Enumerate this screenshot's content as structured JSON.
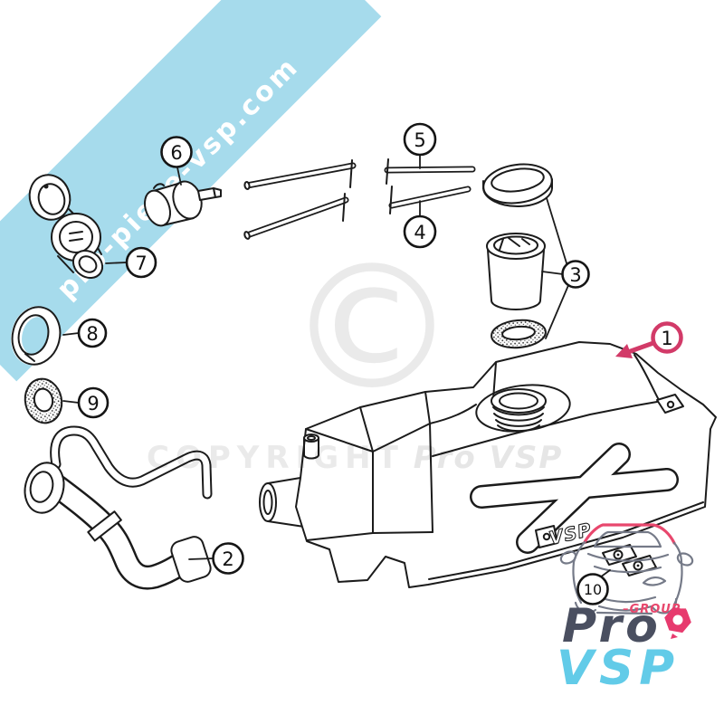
{
  "banner": {
    "text": "pro-piece-vsp.com",
    "bg_color": "#a6dbec",
    "text_color": "#ffffff"
  },
  "watermark": {
    "symbol": "©",
    "copyright": "COPYRIGHT",
    "brand": "Pro VSP",
    "gray": "#eaeaea"
  },
  "callouts": [
    "1",
    "2",
    "3",
    "4",
    "5",
    "6",
    "7",
    "8",
    "9",
    "10"
  ],
  "tank": {
    "embossed_label": "VSP"
  },
  "logo": {
    "group": "–GROUP–",
    "pro": "Pro",
    "vsp": "VSP"
  },
  "colors": {
    "accent_red": "#d23a68",
    "banner_blue": "#a6dbec",
    "logo_pro": "#4a4f60",
    "logo_vsp": "#62cbe8",
    "logo_pink": "#e8476d",
    "line": "#1b1b1b"
  }
}
